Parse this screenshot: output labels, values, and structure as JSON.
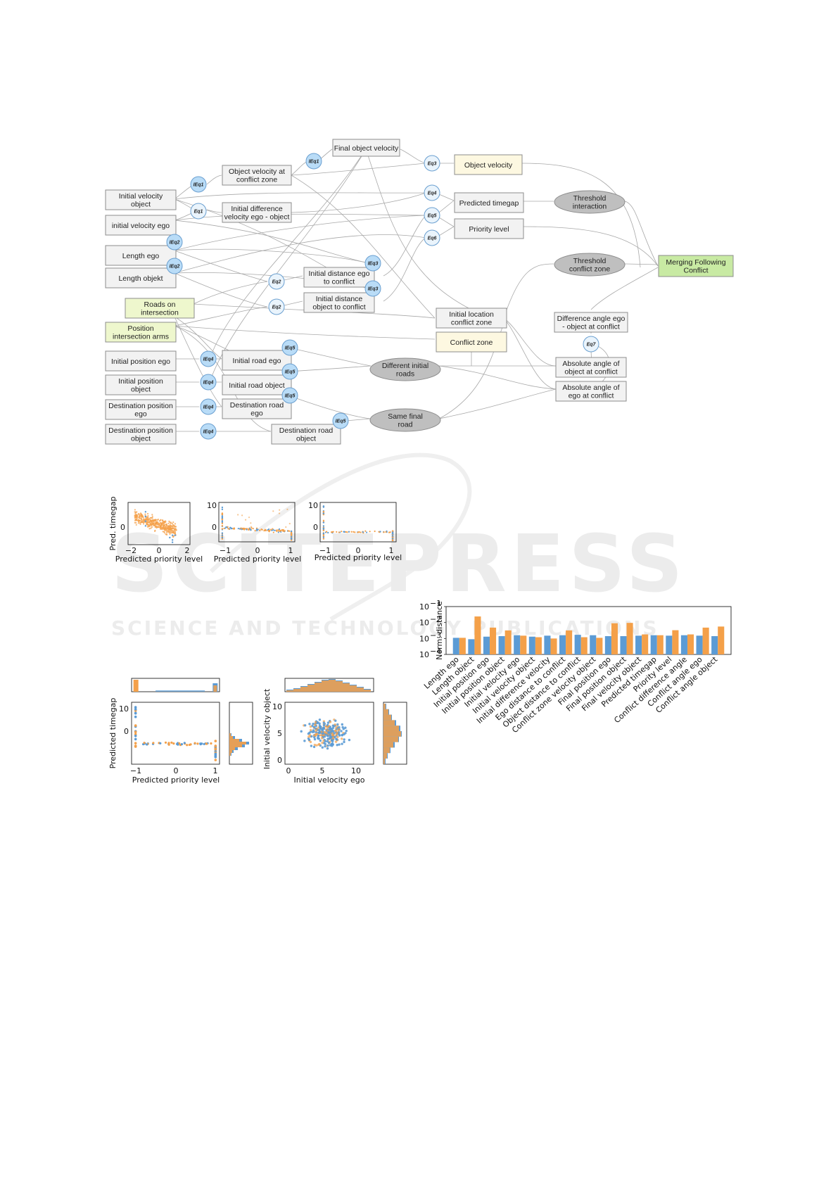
{
  "watermark": {
    "title": "SCITEPRESS",
    "subtitle": "SCIENCE AND TECHNOLOGY PUBLICATIONS"
  },
  "colors": {
    "blue": "#5b9bd5",
    "orange": "#f4a049",
    "node": "#f2f2f2",
    "eq": "#b9dcf7"
  },
  "diagram": {
    "nodes": {
      "init_vel_obj": [
        "Initial velocity",
        "object"
      ],
      "init_vel_ego": [
        "initial velocity ego"
      ],
      "len_ego": [
        "Length ego"
      ],
      "len_obj": [
        "Length objekt"
      ],
      "roads": [
        "Roads on",
        "intersection"
      ],
      "pos_arms": [
        "Position",
        "intersection arms"
      ],
      "init_pos_ego": [
        "Initial position ego"
      ],
      "init_pos_obj": [
        "Initial position",
        "object"
      ],
      "dest_pos_ego": [
        "Destination position",
        "ego"
      ],
      "dest_pos_obj": [
        "Destination position",
        "object"
      ],
      "obj_vel_conf": [
        "Object velocity at",
        "conflict zone"
      ],
      "init_diff_vel": [
        "Initial difference",
        "velocity ego - object"
      ],
      "final_obj_vel": [
        "Final object velocity"
      ],
      "obj_vel": [
        "Object velocity"
      ],
      "pred_timegap": [
        "Predicted timegap"
      ],
      "priority": [
        "Priority level"
      ],
      "init_dist_ego": [
        "Initial distance ego",
        "to conflict"
      ],
      "init_dist_obj": [
        "Initial distance",
        "object to conflict"
      ],
      "init_loc_conf": [
        "Initial location",
        "conflict zone"
      ],
      "conf_zone": [
        "Conflict zone"
      ],
      "init_road_ego": [
        "Initial road ego"
      ],
      "init_road_obj": [
        "Initial road object"
      ],
      "dest_road_ego": [
        "Destination road",
        "ego"
      ],
      "dest_road_obj": [
        "Destination road",
        "object"
      ],
      "diff_init_roads": [
        "Different initial",
        "roads"
      ],
      "same_final": [
        "Same final",
        "road"
      ],
      "thr_inter": [
        "Threshold",
        "interaction"
      ],
      "thr_conf": [
        "Threshold",
        "conflict zone"
      ],
      "diff_angle": [
        "Difference angle ego",
        "- object at conflict"
      ],
      "abs_angle_obj": [
        "Absolute angle of",
        "object at conflict"
      ],
      "abs_angle_ego": [
        "Absolute angle of",
        "ego at conflict"
      ],
      "merging": [
        "Merging Following",
        "Conflict"
      ]
    },
    "eqs": {
      "ieq1a": "IEq1",
      "eq1": "Eq1",
      "ieq1b": "IEq1",
      "eq3": "Eq3",
      "eq4": "Eq4",
      "eq5": "Eq5",
      "eq6": "Eq6",
      "ieq2a": "IEq2",
      "ieq2b": "IEq2",
      "eq2a": "Eq2",
      "eq2b": "Eq2",
      "ieq3a": "IEq3",
      "ieq3b": "IEq3",
      "eq7": "Eq7",
      "ieq4a": "IEq4",
      "ieq4b": "IEq4",
      "ieq4c": "IEq4",
      "ieq4d": "IEq4",
      "ieq5a": "IEq5",
      "ieq5b": "IEq5",
      "ieq5c": "IEq5",
      "ieq5d": "IEq5"
    }
  },
  "chart_data": [
    {
      "type": "scatter",
      "title": "",
      "xlabel": "Predicted priority level",
      "ylabel": "Pred. timegap",
      "xticks": [
        "−2",
        "0",
        "2"
      ],
      "yticks": [
        "0"
      ],
      "xlim": [
        -2.3,
        2.3
      ],
      "series": [
        {
          "color": "#f4a049",
          "description": "dense cloud",
          "x_range": [
            -1.8,
            1.3
          ],
          "y_trend": "decreasing from 4 to -2"
        },
        {
          "color": "#5b9bd5",
          "description": "sparse",
          "x": [
            -1,
            -1,
            -1,
            1,
            1,
            1
          ],
          "y": [
            3,
            1,
            -1,
            -2,
            -3,
            -1
          ]
        }
      ]
    },
    {
      "type": "scatter",
      "xlabel": "Predicted priority level",
      "ylabel": "",
      "xticks": [
        "−1",
        "0",
        "1"
      ],
      "yticks": [
        "10",
        "0"
      ],
      "xlim": [
        -1.1,
        1.1
      ],
      "ylim": [
        -4,
        12
      ]
    },
    {
      "type": "scatter",
      "xlabel": "Predicted priority level",
      "ylabel": "",
      "xticks": [
        "−1",
        "0",
        "1"
      ],
      "yticks": [
        "10",
        "0"
      ],
      "xlim": [
        -1.1,
        1.1
      ],
      "ylim": [
        -4,
        12
      ]
    },
    {
      "type": "bar",
      "xlabel": "",
      "ylabel": "Norm. distance",
      "yscale": "log",
      "ylim": [
        0.0001,
        0.1
      ],
      "ytick_exponents": [
        "−1",
        "−2",
        "−3",
        "−4"
      ],
      "categories": [
        "Length ego",
        "Length object",
        "Initial position ego",
        "Initial position object",
        "Initial velocity ego",
        "Initial velocity object",
        "Initial difference velocity",
        "Ego distance to conflict",
        "Object distance to conflict",
        "Conflict zone velocity object",
        "Final position ego",
        "Final position object",
        "Final velocity object",
        "Predicted timegap",
        "Priority level",
        "Conflict difference angle",
        "Conflict angle ego",
        "Conflict angle object"
      ],
      "series": [
        {
          "color": "#5b9bd5",
          "values": [
            0.0011,
            0.0009,
            0.0013,
            0.0014,
            0.0016,
            0.0013,
            0.0015,
            0.0016,
            0.0017,
            0.0016,
            0.0014,
            0.0014,
            0.0015,
            0.0016,
            0.0015,
            0.0016,
            0.0015,
            0.0014
          ]
        },
        {
          "color": "#f4a049",
          "values": [
            0.0011,
            0.024,
            0.0048,
            0.0032,
            0.0015,
            0.0012,
            0.001,
            0.0032,
            0.0012,
            0.0011,
            0.009,
            0.0095,
            0.0018,
            0.0016,
            0.0033,
            0.0018,
            0.0048,
            0.0056
          ]
        }
      ]
    },
    {
      "type": "scatter",
      "xlabel": "Predicted priority level",
      "ylabel": "Predicted timegap",
      "xticks": [
        "−1",
        "0",
        "1"
      ],
      "yticks": [
        "10",
        "0"
      ],
      "xlim": [
        -1.1,
        1.1
      ],
      "ylim": [
        -6,
        12
      ],
      "marginal_histograms": true
    },
    {
      "type": "scatter",
      "xlabel": "Initial velocity ego",
      "ylabel": "Initial velocity object",
      "xticks": [
        "0",
        "5",
        "10"
      ],
      "yticks": [
        "10",
        "5",
        "0"
      ],
      "xlim": [
        -0.5,
        12.5
      ],
      "ylim": [
        -0.5,
        11
      ],
      "marginal_histograms": true
    }
  ]
}
